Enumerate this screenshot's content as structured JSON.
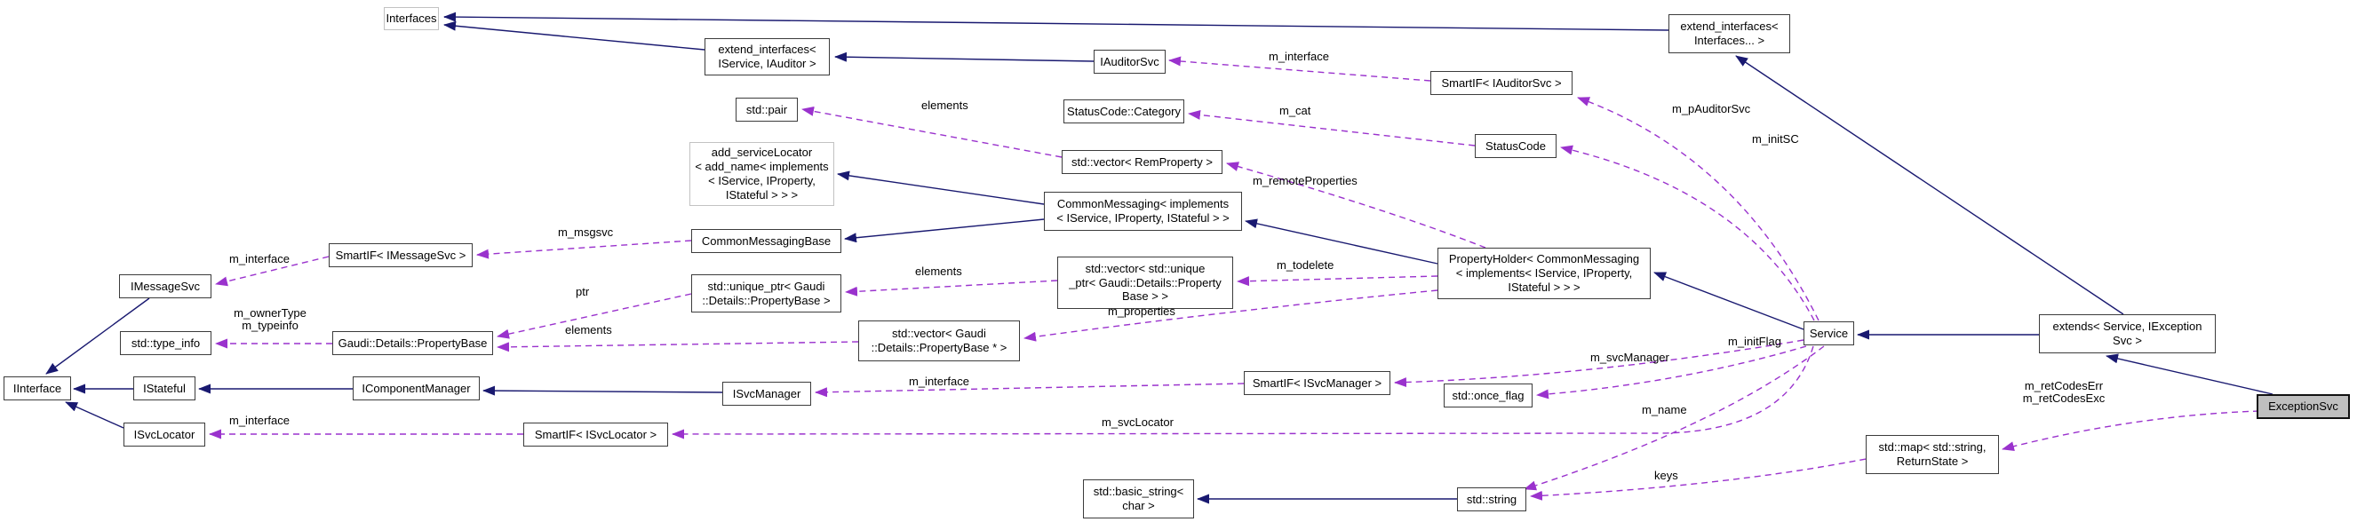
{
  "diagram": {
    "type": "collaboration-graph",
    "focus_node": "ExceptionSvc",
    "colors": {
      "inheritance_edge": "#191970",
      "usage_edge": "#9a32cd",
      "node_border": "#3c3c3c",
      "external_node_border": "#c2c2c2",
      "node_fill": "#ffffff",
      "focus_node_fill": "#bfbfbf"
    }
  },
  "nodes": {
    "interfaces": {
      "label": "Interfaces"
    },
    "extend_interfaces_iservice_iauditor": {
      "label": "extend_interfaces<\nIService, IAuditor >"
    },
    "iauditorsvc": {
      "label": "IAuditorSvc"
    },
    "smartif_iauditorsvc": {
      "label": "SmartIF< IAuditorSvc >"
    },
    "extend_interfaces_interfaces": {
      "label": "extend_interfaces<\nInterfaces... >"
    },
    "std_pair": {
      "label": "std::pair"
    },
    "statuscode_category": {
      "label": "StatusCode::Category"
    },
    "statuscode": {
      "label": "StatusCode"
    },
    "vector_remproperty": {
      "label": "std::vector< RemProperty >"
    },
    "add_servicelocator": {
      "label": "add_serviceLocator\n< add_name< implements\n< IService, IProperty,\nIStateful > > >"
    },
    "commonmessaging": {
      "label": "CommonMessaging< implements\n< IService, IProperty, IStateful > >"
    },
    "commonmessagingbase": {
      "label": "CommonMessagingBase"
    },
    "smartif_imessagesvc": {
      "label": "SmartIF< IMessageSvc >"
    },
    "imessagesvc": {
      "label": "IMessageSvc"
    },
    "std_type_info": {
      "label": "std::type_info"
    },
    "gaudi_details_propertybase": {
      "label": "Gaudi::Details::PropertyBase"
    },
    "unique_ptr_propertybase": {
      "label": "std::unique_ptr< Gaudi\n::Details::PropertyBase >"
    },
    "vector_unique_ptr_propertybase": {
      "label": "std::vector< std::unique\n_ptr< Gaudi::Details::Property\nBase > >"
    },
    "propertyholder": {
      "label": "PropertyHolder< CommonMessaging\n< implements< IService, IProperty,\nIStateful > > >"
    },
    "vector_propertybase_ptr": {
      "label": "std::vector< Gaudi\n::Details::PropertyBase * >"
    },
    "iinterface": {
      "label": "IInterface"
    },
    "istateful": {
      "label": "IStateful"
    },
    "icomponentmanager": {
      "label": "IComponentManager"
    },
    "isvcmanager": {
      "label": "ISvcManager"
    },
    "smartif_isvcmanager": {
      "label": "SmartIF< ISvcManager >"
    },
    "isvclocator": {
      "label": "ISvcLocator"
    },
    "smartif_isvclocator": {
      "label": "SmartIF< ISvcLocator >"
    },
    "std_once_flag": {
      "label": "std::once_flag"
    },
    "service": {
      "label": "Service"
    },
    "extends_service_iexceptionsvc": {
      "label": "extends< Service, IException\nSvc >"
    },
    "exceptionsvc": {
      "label": "ExceptionSvc"
    },
    "std_map_returnstate": {
      "label": "std::map< std::string,\nReturnState >"
    },
    "std_basic_string_char": {
      "label": "std::basic_string<\nchar >"
    },
    "std_string": {
      "label": "std::string"
    }
  },
  "edge_labels": {
    "m_interface_auditorsvc": "m_interface",
    "m_pauditorsvc": "m_pAuditorSvc",
    "elements_pair": "elements",
    "m_cat": "m_cat",
    "m_remoteproperties": "m_remoteProperties",
    "m_initsc": "m_initSC",
    "m_msgsvc": "m_msgsvc",
    "m_interface_imessagesvc": "m_interface",
    "m_ownertype_typeinfo": "m_ownerType\nm_typeinfo",
    "ptr": "ptr",
    "elements_propertybase": "elements",
    "elements_uniqueptr": "elements",
    "m_todelete": "m_todelete",
    "m_properties": "m_properties",
    "m_interface_isvcmanager": "m_interface",
    "m_svcmanager": "m_svcManager",
    "m_initflag": "m_initFlag",
    "m_interface_isvclocator": "m_interface",
    "m_svclocator": "m_svcLocator",
    "m_name": "m_name",
    "keys": "keys",
    "m_retcodes": "m_retCodesErr\nm_retCodesExc"
  }
}
